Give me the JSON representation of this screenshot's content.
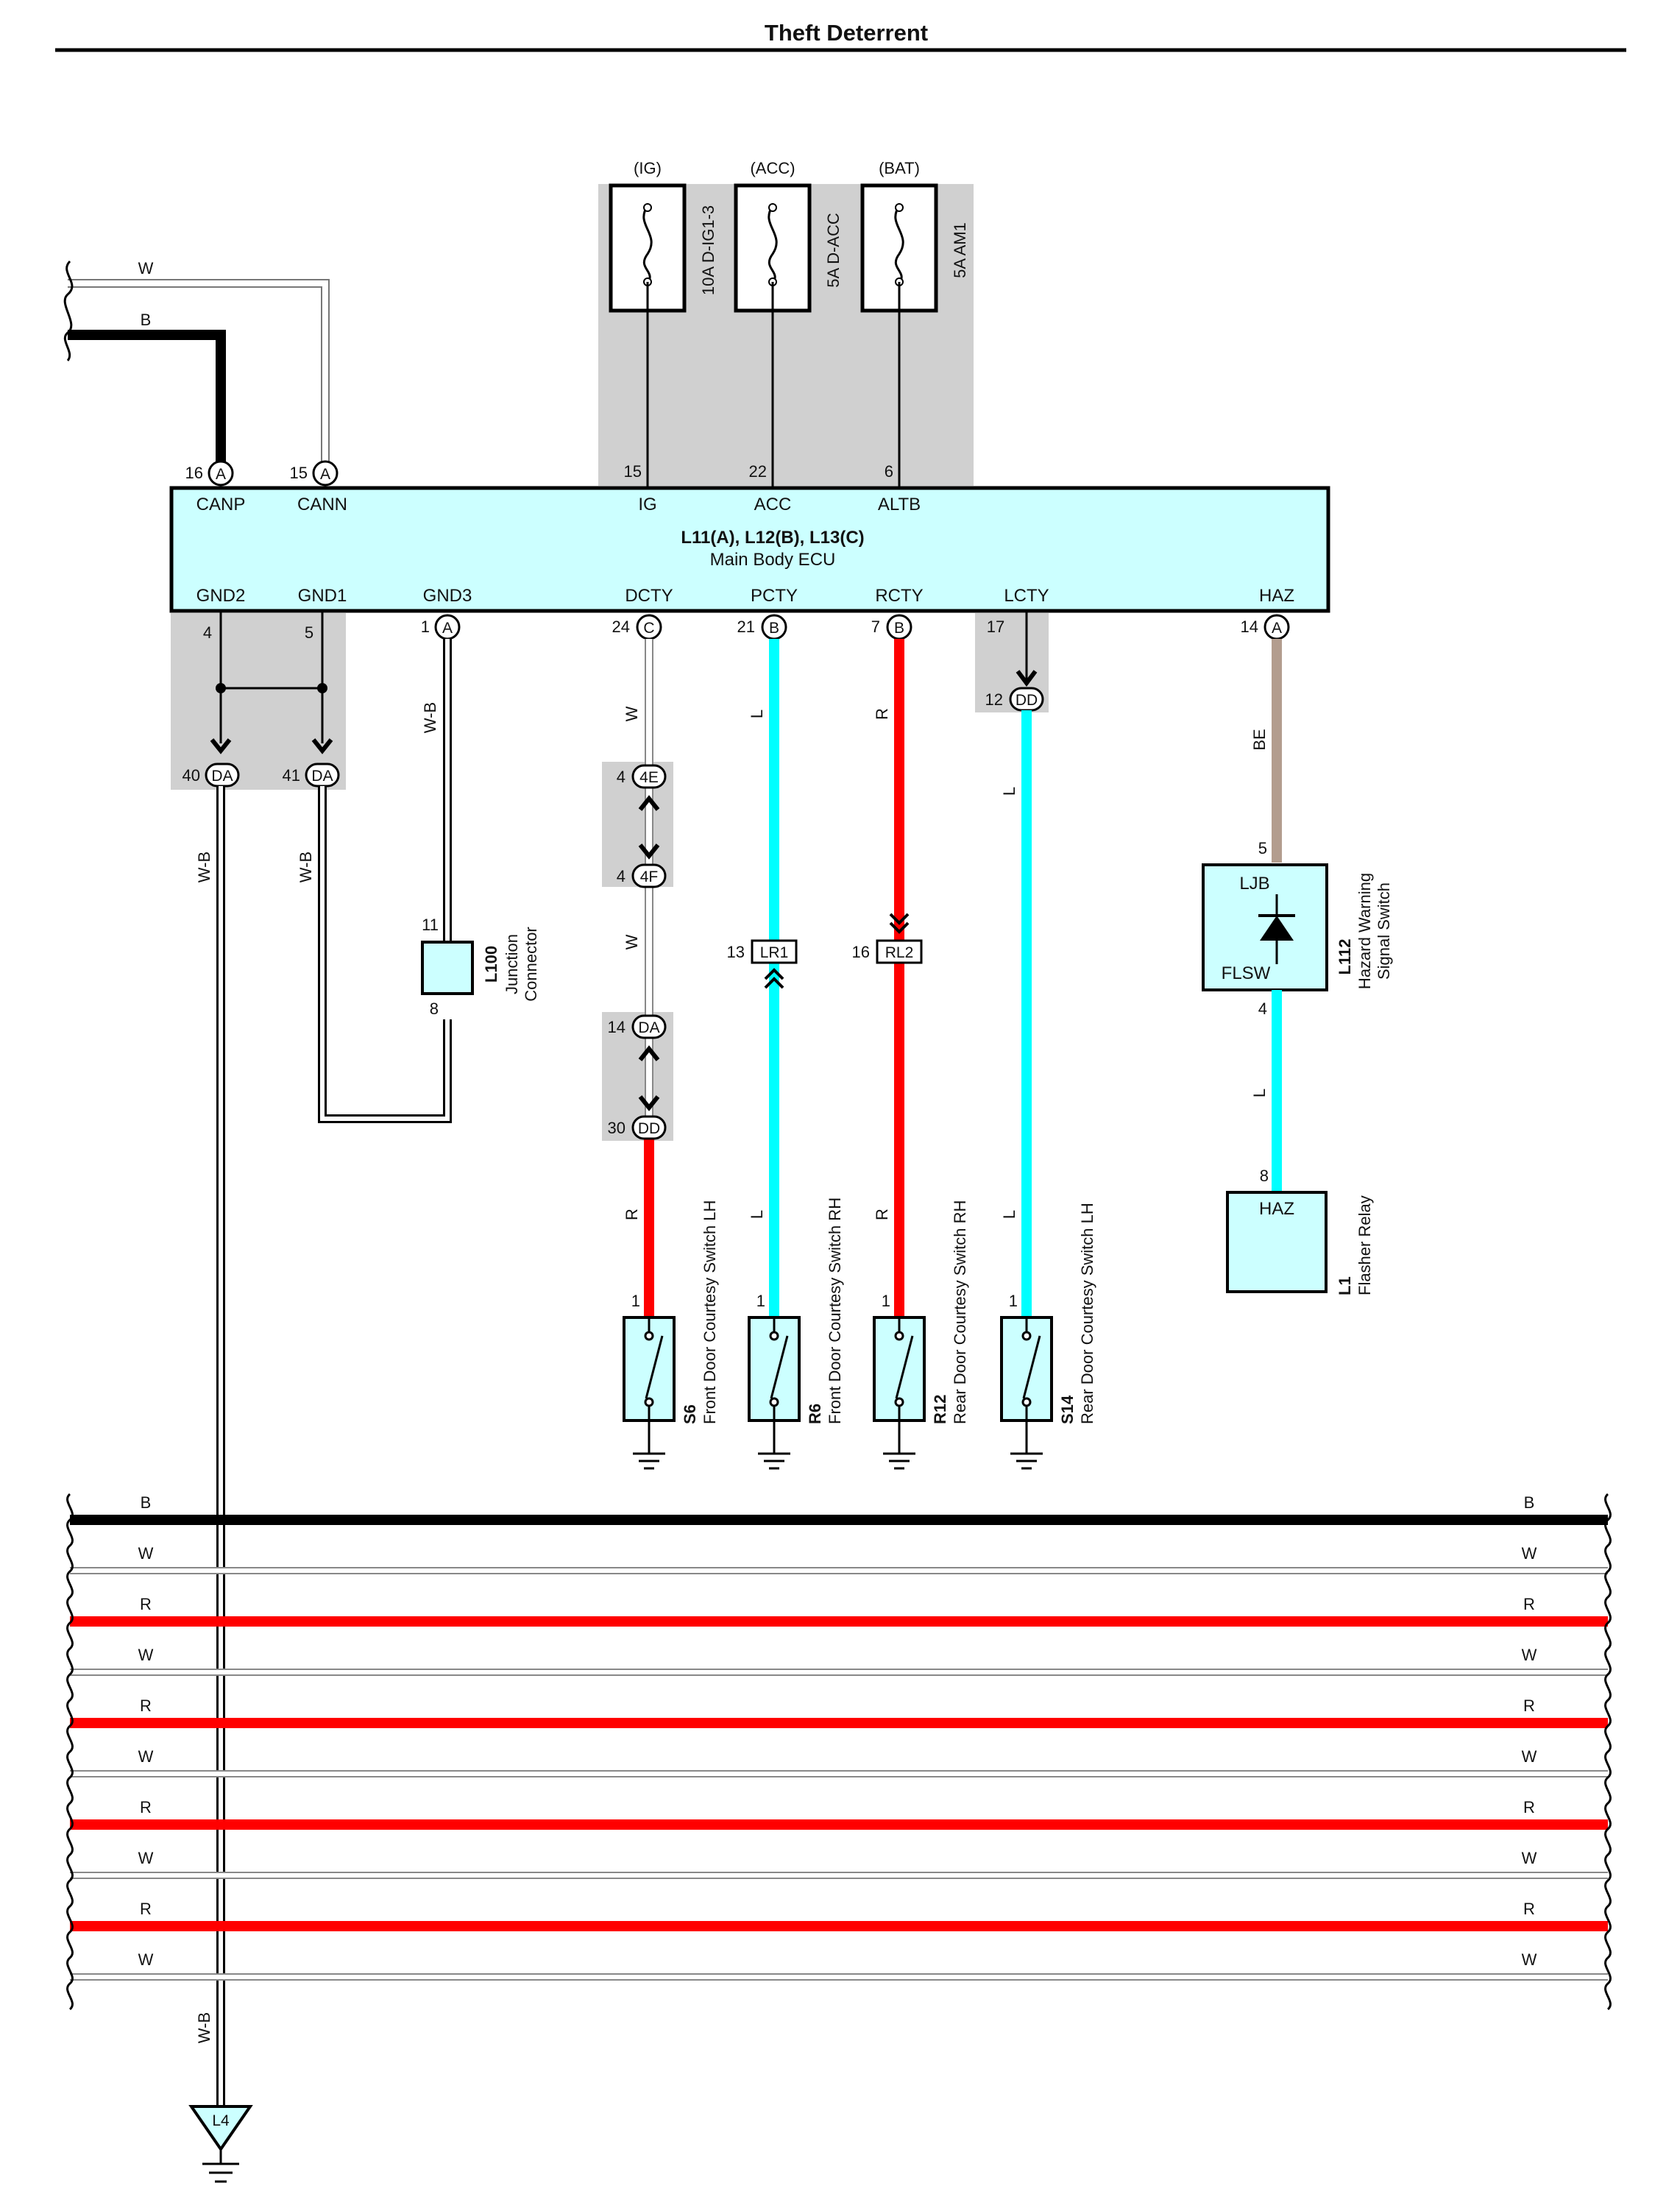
{
  "page": {
    "title": "Theft Deterrent"
  },
  "colors": {
    "white": "#ffffff",
    "black": "#000000",
    "red": "#ff0000",
    "blue": "#00ffff",
    "beige": "#b39d8e",
    "ecu_fill": "#ccffff",
    "shade": "#d0d0d0"
  },
  "power": {
    "sources": [
      "(IG)",
      "(ACC)",
      "(BAT)"
    ],
    "fuses": [
      "10A D-IG1-3",
      "5A D-ACC",
      "5A AM1"
    ],
    "pins": [
      "15",
      "22",
      "6"
    ]
  },
  "ecu": {
    "name": "L11(A), L12(B), L13(C)",
    "subtitle": "Main Body ECU",
    "top_signals": [
      "CANP",
      "CANN",
      "IG",
      "ACC",
      "ALTB"
    ],
    "bottom_signals": [
      "GND2",
      "GND1",
      "GND3",
      "DCTY",
      "PCTY",
      "RCTY",
      "LCTY",
      "HAZ"
    ],
    "top_pins": [
      "16",
      "15"
    ],
    "bottom_pins": [
      "4",
      "5",
      "1",
      "24",
      "21",
      "7",
      "17",
      "14"
    ],
    "connector_letters": [
      "A",
      "A",
      "A",
      "C",
      "B",
      "B",
      "A"
    ]
  },
  "input_wires": {
    "w_label": "W",
    "b_label": "B"
  },
  "wire_colors": [
    "W",
    "W",
    "L",
    "R",
    "L",
    "BE",
    "L",
    "W-B",
    "W-B",
    "W-B",
    "W-B",
    "R",
    "L",
    "R",
    "L"
  ],
  "connectors": {
    "da_labels": [
      "DA",
      "DA",
      "DA"
    ],
    "da_pins": [
      "40",
      "41",
      "14"
    ],
    "dd_labels": [
      "DD",
      "DD"
    ],
    "dd_pins": [
      "12",
      "30"
    ],
    "ef_labels": [
      "4E",
      "4F"
    ],
    "ef_pins": [
      "4",
      "4"
    ],
    "lr1": "LR1",
    "lr1_pin": "13",
    "rl2": "RL2",
    "rl2_pin": "16"
  },
  "junction": {
    "id": "L100",
    "name": "Junction",
    "name2": "Connector",
    "pins": [
      "11",
      "8"
    ]
  },
  "hazard": {
    "id": "L112",
    "name": "Hazard Warning",
    "name2": "Signal Switch",
    "labels": [
      "LJB",
      "FLSW"
    ],
    "pins": [
      "5",
      "4"
    ]
  },
  "flasher": {
    "id": "L1",
    "name": "Flasher Relay",
    "label": "HAZ",
    "pin": "8"
  },
  "switches": [
    {
      "id": "S6",
      "name": "Front Door Courtesy Switch LH",
      "pin": "1"
    },
    {
      "id": "R6",
      "name": "Front Door Courtesy Switch RH",
      "pin": "1"
    },
    {
      "id": "R12",
      "name": "Rear Door Courtesy Switch RH",
      "pin": "1"
    },
    {
      "id": "S14",
      "name": "Rear Door Courtesy Switch LH",
      "pin": "1"
    }
  ],
  "ground": {
    "label": "L4",
    "wire": "W-B"
  },
  "bus": [
    "B",
    "W",
    "R",
    "W",
    "R",
    "W",
    "R",
    "W",
    "R",
    "W"
  ]
}
